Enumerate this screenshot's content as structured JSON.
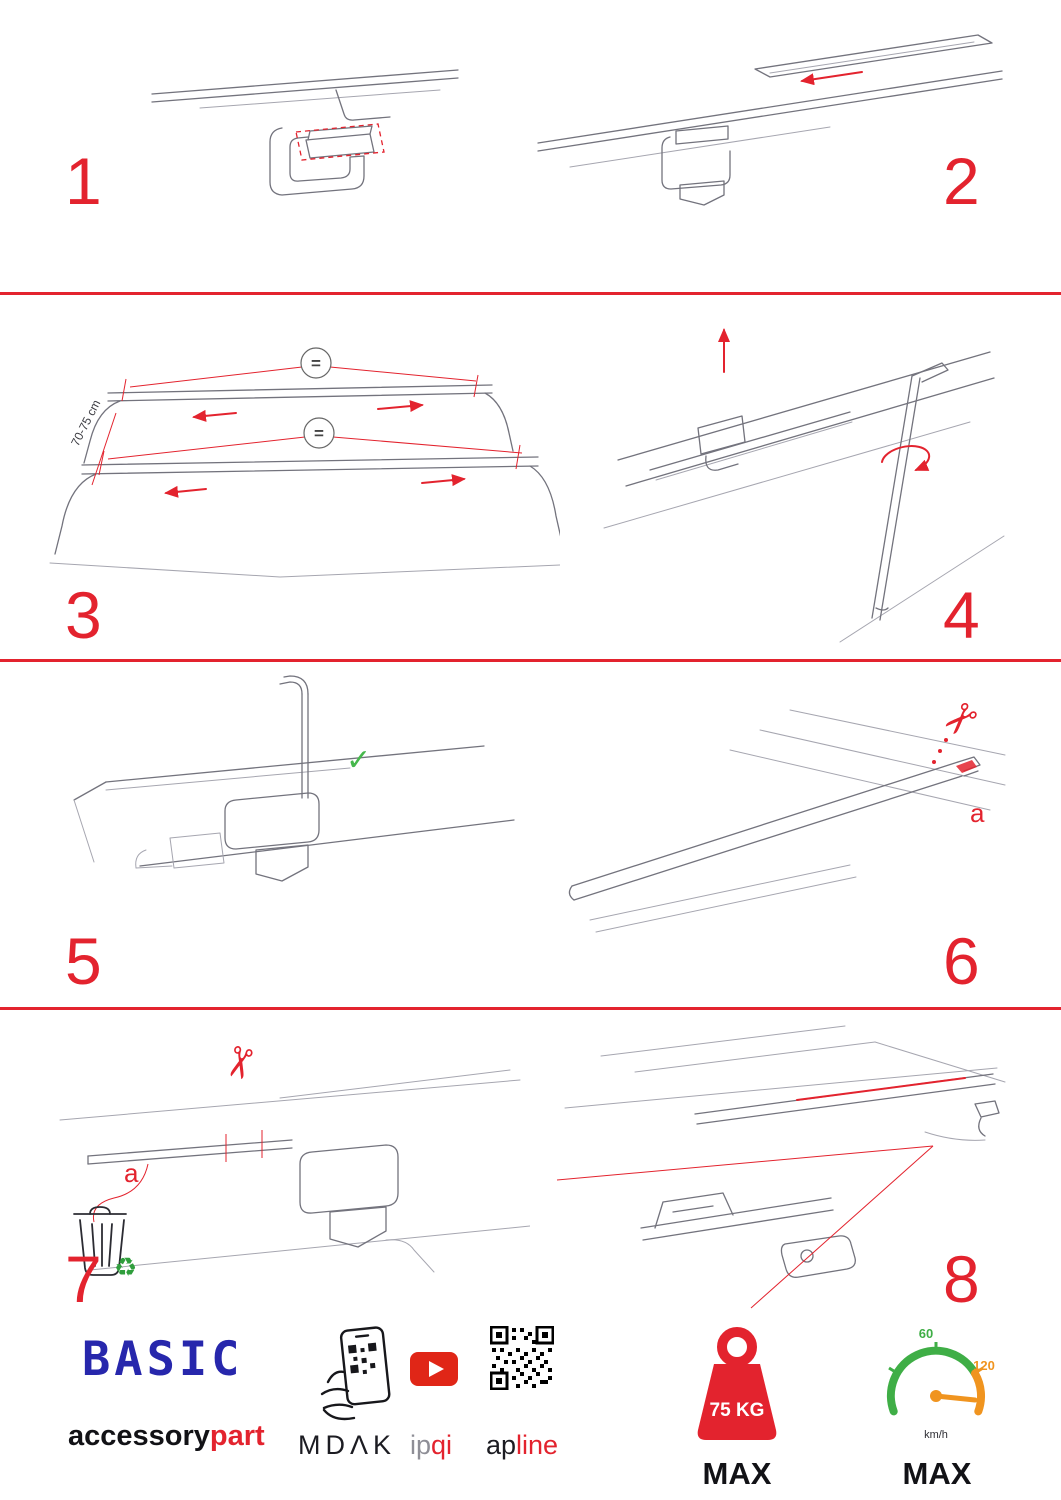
{
  "page": {
    "accent": "#e3232e"
  },
  "icons": {
    "scissors": "✂",
    "recycle": "♻",
    "check": "✓"
  },
  "steps": [
    {
      "number": "1"
    },
    {
      "number": "2"
    },
    {
      "number": "3",
      "measurement": "70-75 cm",
      "equals": "="
    },
    {
      "number": "4"
    },
    {
      "number": "5"
    },
    {
      "number": "6",
      "part_label": "a"
    },
    {
      "number": "7",
      "part_label": "a"
    },
    {
      "number": "8"
    }
  ],
  "footer": {
    "brand": "BASIC",
    "brand_sub": {
      "black": "accessory",
      "red": "part"
    },
    "mdak": "MDΛK",
    "ipqi": {
      "gray": "ip",
      "red": "qi"
    },
    "apline": {
      "black": "ap",
      "red": "line"
    },
    "weight": {
      "value": "75 KG",
      "max": "MAX"
    },
    "speed": {
      "low": "60",
      "high": "120",
      "unit": "km/h",
      "max": "MAX"
    }
  }
}
